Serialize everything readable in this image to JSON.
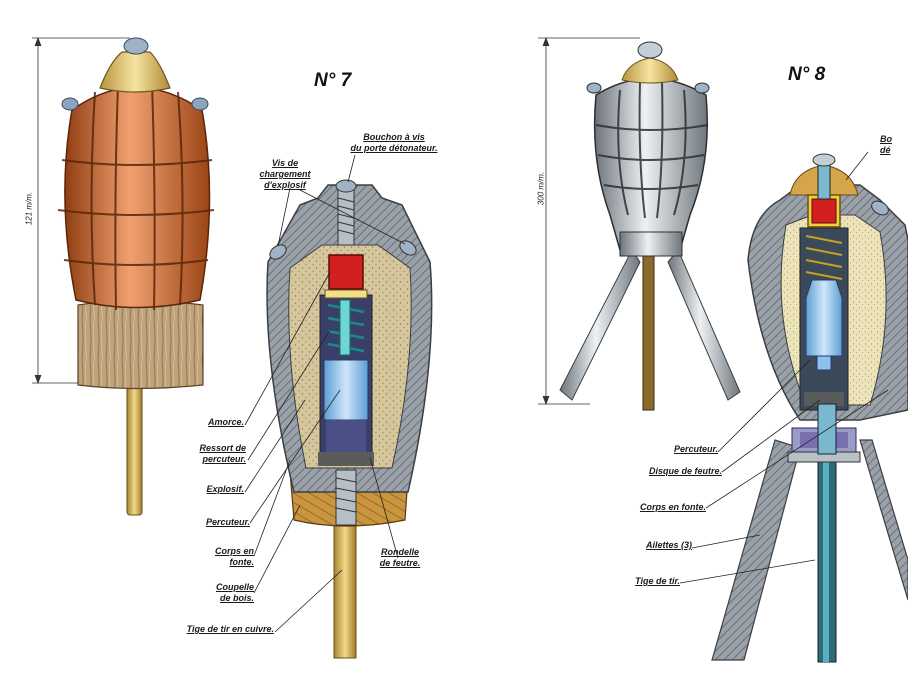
{
  "left": {
    "title": "N° 7",
    "dimension": "121 m/m.",
    "labels": {
      "bouchon": "Bouchon à vis\ndu porte détonateur.",
      "vis": "Vis de\nchargement\nd'explosif",
      "amorce": "Amorce.",
      "ressort": "Ressort de\npercuteur.",
      "explosif": "Explosif.",
      "percuteur": "Percuteur.",
      "corps": "Corps en\nfonte.",
      "coupelle": "Coupelle\nde bois.",
      "tige": "Tige de tir en cuivre.",
      "rondelle": "Rondelle\nde feutre."
    }
  },
  "right": {
    "title": "N° 8",
    "dimension": "300 m/m.",
    "labels": {
      "bouchon_partial": "Bo\ndé",
      "percuteur": "Percuteur.",
      "disque": "Disque de feutre.",
      "corps": "Corps en fonte.",
      "ailettes": "Ailettes (3)",
      "tige": "Tige de tir."
    }
  },
  "colors": {
    "orange": "#c8622a",
    "wood": "#b89a6e",
    "iron": "#8c949c",
    "steel": "#b9c0c6",
    "brass": "#e0c46a",
    "explosive": "#d9cfa0",
    "red": "#d21f1f",
    "spring": "#3ec8c8",
    "blue_part": "#7db9e8"
  }
}
